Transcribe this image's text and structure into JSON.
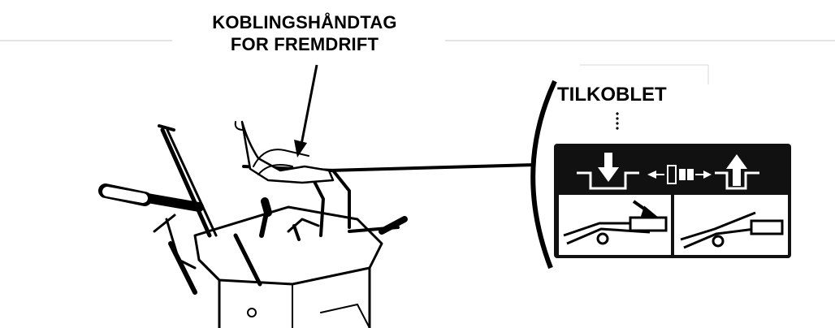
{
  "callout": {
    "line1": "KOBLINGSHÅNDTAG",
    "line2": "FOR FREMDRIFT"
  },
  "inset": {
    "label": "TILKOBLET"
  },
  "colors": {
    "ink": "#000000",
    "paper": "#ffffff",
    "rule": "#bdbdbd",
    "decal_bg": "#111111"
  },
  "icons": [
    "arrow-down-icon",
    "arrow-up-icon",
    "clutch-symbol-icon",
    "lever-engaged-icon",
    "lever-released-icon"
  ]
}
